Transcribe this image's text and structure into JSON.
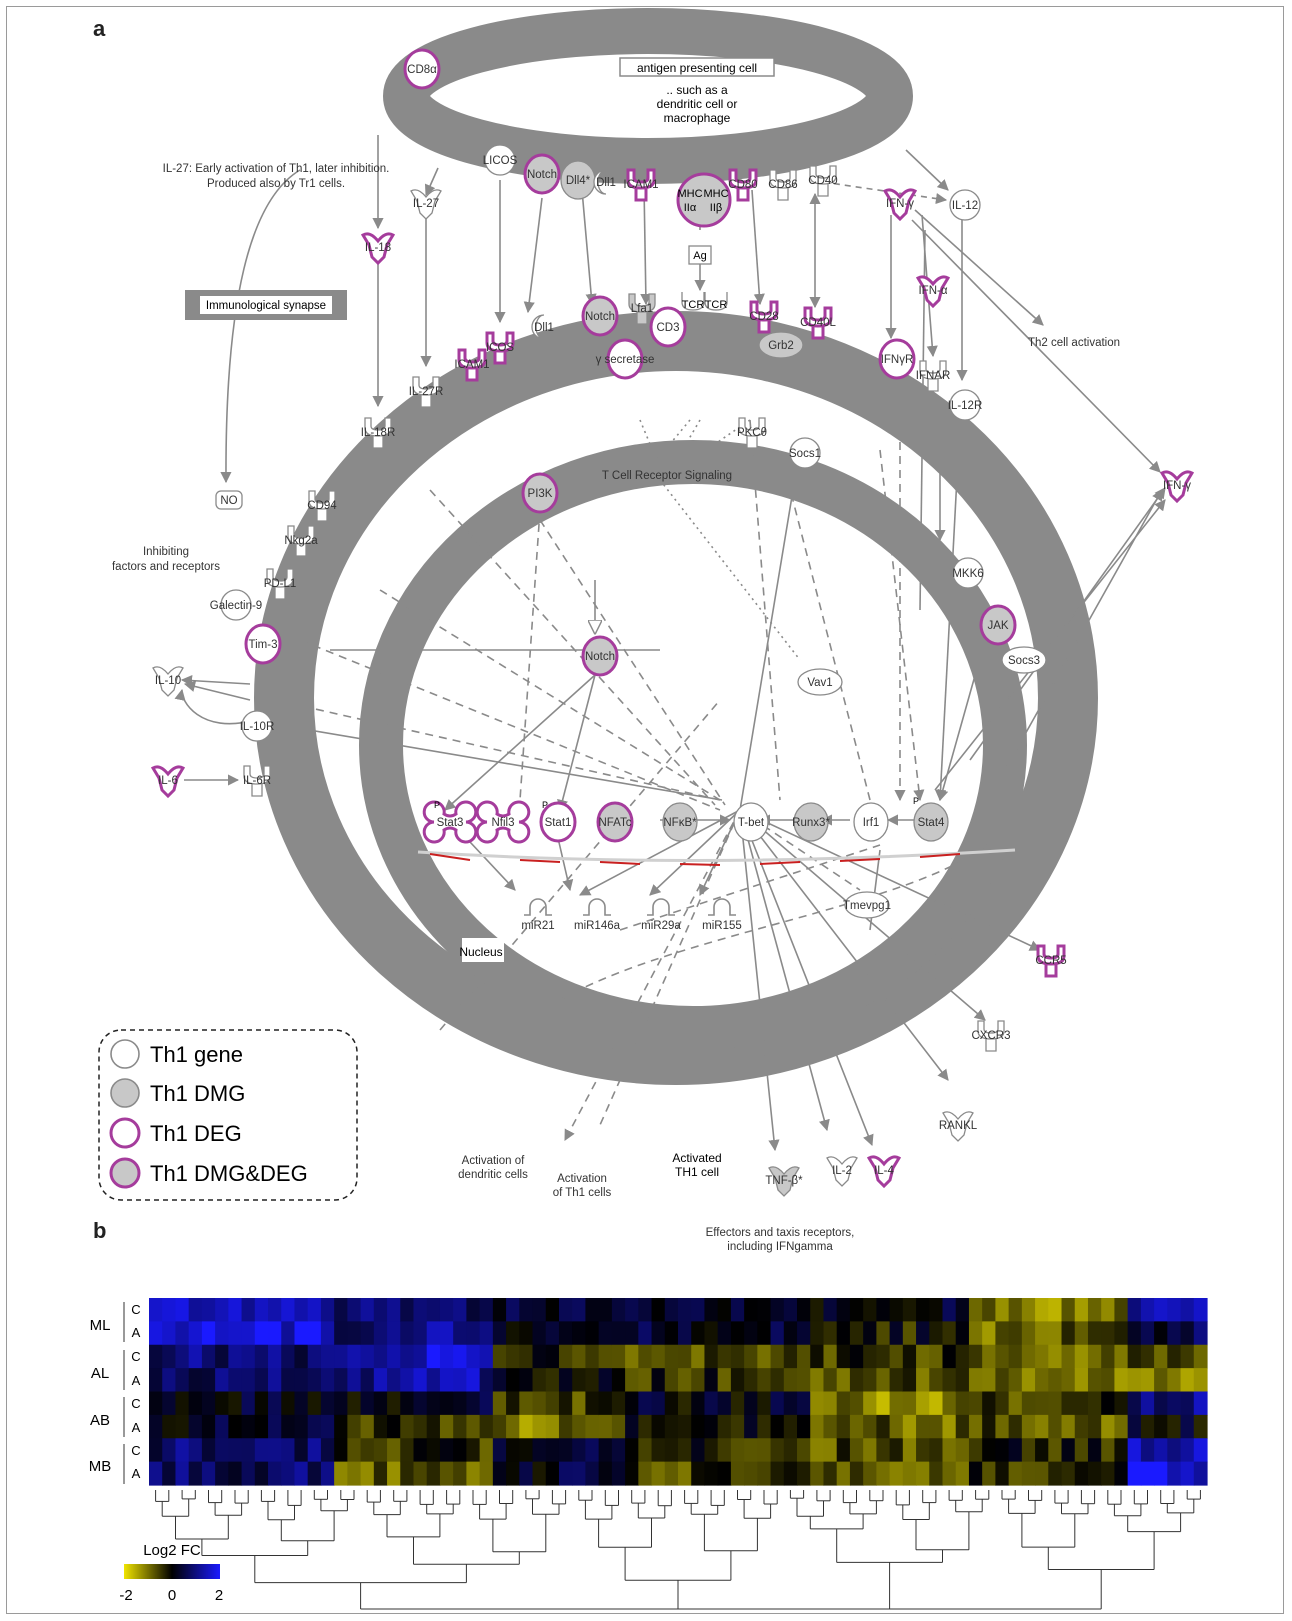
{
  "panels": {
    "a": "a",
    "b": "b"
  },
  "compartments": {
    "apc_title": "antigen presenting cell",
    "apc_line1": ".. such as a",
    "apc_line2": "dendritic cell or",
    "apc_line3": "macrophage",
    "immunological_synapse": "Immunological synapse",
    "nucleus": "Nucleus",
    "activated_th1_line1": "Activated",
    "activated_th1_line2": "TH1 cell"
  },
  "notes": {
    "il27_line1": "IL-27: Early activation of Th1, later inhibition.",
    "il27_line2": "Produced also by Tr1 cells.",
    "inhibiting_line1": "Inhibiting",
    "inhibiting_line2": "factors and receptors",
    "tcr_signaling": "T Cell Receptor Signaling",
    "th2_activation": "Th2 cell activation",
    "act_dc_line1": "Activation of",
    "act_dc_line2": "dendritic cells",
    "act_th1_line1": "Activation",
    "act_th1_line2": "of Th1 cells",
    "effectors_line1": "Effectors and taxis receptors,",
    "effectors_line2": "including IFNgamma"
  },
  "nodes": {
    "cd8a": "CD8α",
    "licos": "LICOS",
    "notch_top": "Notch",
    "dll4": "Dll4*",
    "dll1_top": "Dll1",
    "icam1_top": "ICAM1",
    "mhc_a_1": "MHC",
    "mhc_a_2": "IIα",
    "mhc_b_1": "MHC",
    "mhc_b_2": "IIβ",
    "cd80": "CD80",
    "cd86": "CD86",
    "cd40": "CD40",
    "ifng_top": "IFN-γ",
    "il12": "IL-12",
    "il27": "IL-27",
    "il18": "IL-18",
    "ag": "Ag",
    "tcr1": "TCR",
    "tcr2": "TCR",
    "ifna": "IFN-α",
    "notch_mid": "Notch",
    "lfa1": "Lfa1",
    "cd3": "CD3",
    "cd28": "CD28",
    "cd40l": "CD40L",
    "grb2": "Grb2",
    "dll1_mid": "Dll1",
    "icos": "ICOS",
    "icam1_mid": "ICAM1",
    "gsecretase": "γ secretase",
    "ifngr": "IFNγR",
    "ifnar": "IFNAR",
    "il27r": "IL-27R",
    "il12r": "IL-12R",
    "il18r": "IL-18R",
    "pkc": "PKCθ",
    "socs1": "Socs1",
    "no": "NO",
    "pi3k": "PI3K",
    "ifng_right": "IFN-γ",
    "cd94": "CD94",
    "nkg2a": "Nkg2a",
    "pdl1": "PD-L1",
    "mkk6": "MKK6",
    "galectin9": "Galectin-9",
    "tim3": "Tim-3",
    "jak": "JAK",
    "socs3": "Socs3",
    "notch_inner": "Notch",
    "vav1": "Vav1",
    "il10": "IL-10",
    "il10r": "IL-10R",
    "il6": "IL-6",
    "il6r": "IL-6R",
    "stat3": "Stat3",
    "nfil3": "Nfil3",
    "stat1": "Stat1",
    "nfatc": "NFATc",
    "nfkb": "NFκB*",
    "tbet": "T-bet",
    "runx3": "Runx3*",
    "irf1": "Irf1",
    "stat4": "Stat4",
    "mir21": "miR21",
    "mir146a": "miR146a",
    "mir29a": "miR29a",
    "mir155": "miR155",
    "tmevpg1": "Tmevpg1",
    "ccr5": "CCR5",
    "cxcr3": "CXCR3",
    "rankl": "RANKL",
    "tnfb": "TNF-β*",
    "il2": "IL-2",
    "il4": "IL-4",
    "p1": "P",
    "p2": "P",
    "p3": "P"
  },
  "legend": {
    "items": [
      "Th1 gene",
      "Th1 DMG",
      "Th1 DEG",
      "Th1 DMG&DEG"
    ]
  },
  "colors": {
    "membrane": "#888888",
    "deg_outline": "#a53c9c",
    "dmg_fill": "#c8c8c8",
    "heat_low": "#f0e400",
    "heat_mid": "#000000",
    "heat_high": "#1a1aff"
  },
  "heatmap": {
    "row_groups": [
      "ML",
      "AL",
      "AB",
      "MB"
    ],
    "row_labels": [
      "C",
      "A",
      "C",
      "A",
      "C",
      "A",
      "C",
      "A"
    ],
    "colorbar_title": "Log2 FC",
    "colorbar_ticks": [
      "-2",
      "0",
      "2"
    ],
    "colorbar_range": [
      -2,
      2
    ],
    "n_columns": 80,
    "segments": [
      {
        "cols": 14,
        "vals": [
          1.6,
          1.7,
          0.9,
          0.7,
          0.2,
          0.3,
          0.8,
          0.7
        ]
      },
      {
        "cols": 12,
        "vals": [
          0.9,
          1.0,
          1.6,
          1.2,
          0.2,
          -0.4,
          -0.4,
          -0.8
        ]
      },
      {
        "cols": 10,
        "vals": [
          0.4,
          0.2,
          -0.3,
          0.1,
          -0.6,
          -1.0,
          0.4,
          0.3
        ]
      },
      {
        "cols": 14,
        "vals": [
          0.5,
          0.4,
          -0.6,
          -0.4,
          0.2,
          -0.2,
          -0.3,
          -0.5
        ]
      },
      {
        "cols": 12,
        "vals": [
          0.2,
          -0.2,
          -0.4,
          -0.6,
          -1.1,
          -0.8,
          -0.6,
          -0.7
        ]
      },
      {
        "cols": 12,
        "vals": [
          -1.1,
          -0.8,
          -0.8,
          -0.9,
          -0.5,
          -0.7,
          -0.3,
          -0.4
        ]
      },
      {
        "cols": 6,
        "vals": [
          1.4,
          0.6,
          -0.6,
          -0.9,
          1.0,
          0.1,
          1.4,
          1.7
        ]
      }
    ]
  }
}
